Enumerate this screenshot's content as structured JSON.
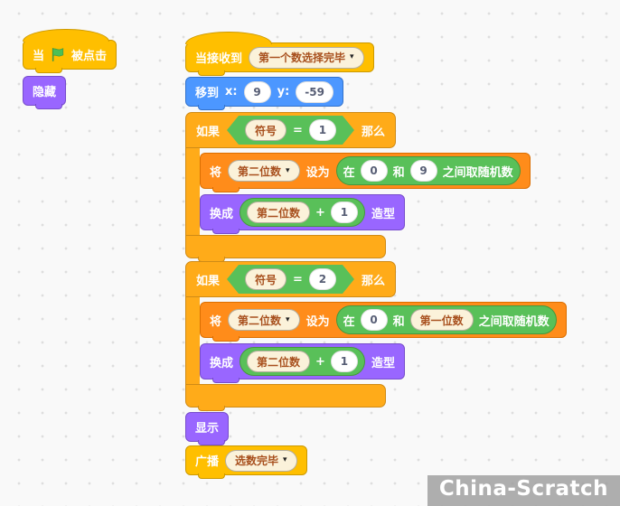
{
  "watermark": "China-Scratch",
  "icons": {
    "caret": "▾"
  },
  "colors": {
    "events": "#FFBF00",
    "events_border": "#CC9900",
    "motion": "#4C97FF",
    "motion_border": "#3373CC",
    "control": "#FFAB19",
    "control_border": "#CF8B17",
    "variables": "#FF8C1A",
    "variables_border": "#DB6E00",
    "looks": "#9966FF",
    "looks_border": "#774DCB",
    "operators": "#59C059",
    "operators_border": "#45993D",
    "pill_bg": "#FBF2DA",
    "pill_text": "#A8501E",
    "input_text": "#575E75"
  },
  "scripts": {
    "flag_hat": {
      "when": "当",
      "clicked": "被点击"
    },
    "hide": "隐藏",
    "receive": {
      "label": "当接收到",
      "message": "第一个数选择完毕"
    },
    "goto": {
      "label": "移到",
      "x_label": "x:",
      "x_value": "9",
      "y_label": "y:",
      "y_value": "-59"
    },
    "if1": {
      "if": "如果",
      "then": "那么",
      "cond": {
        "var": "符号",
        "op": "=",
        "value": "1"
      },
      "set": {
        "pre": "将",
        "var": "第二位数",
        "post": "设为"
      },
      "random": {
        "p1": "在",
        "min": "0",
        "p2": "和",
        "max": "9",
        "p3": "之间取随机数"
      },
      "costume": {
        "pre": "换成",
        "var": "第二位数",
        "op": "+",
        "value": "1",
        "post": "造型"
      }
    },
    "if2": {
      "if": "如果",
      "then": "那么",
      "cond": {
        "var": "符号",
        "op": "=",
        "value": "2"
      },
      "set": {
        "pre": "将",
        "var": "第二位数",
        "post": "设为"
      },
      "random": {
        "p1": "在",
        "min": "0",
        "p2": "和",
        "max_var": "第一位数",
        "p3": "之间取随机数"
      },
      "costume": {
        "pre": "换成",
        "var": "第二位数",
        "op": "+",
        "value": "1",
        "post": "造型"
      }
    },
    "show": "显示",
    "broadcast": {
      "label": "广播",
      "message": "选数完毕"
    }
  }
}
